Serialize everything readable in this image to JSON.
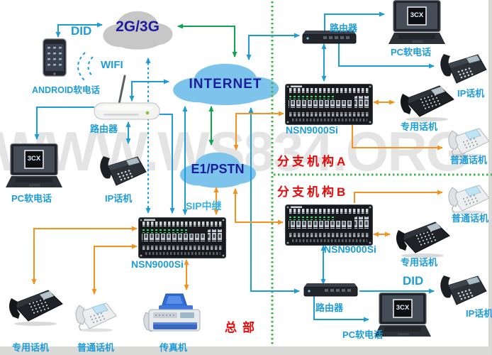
{
  "watermark": "WWW.WS834.ORG",
  "logos": {
    "pc": "3CX"
  },
  "colors": {
    "blue": "#1e9cd7",
    "lightblue": "#35aee0",
    "green": "#0ea54e",
    "orange": "#f5921e",
    "red": "#e60b0b",
    "navy": "#1c1c9c",
    "divider": "#3cb54b",
    "cloud_blue": "#7cc4ec",
    "cloud_grey": "#c7c7c7"
  },
  "clouds": {
    "mobile": "2G/3G",
    "internet": "INTERNET",
    "pstn": "E1/PSTN"
  },
  "hq": {
    "title": "总部",
    "did_label": "DID",
    "wifi_label": "WIFI",
    "android_softphone": "ANDROID软电话",
    "router": "路由器",
    "ip_phone": "IP话机",
    "pc_softphone": "PC软电话",
    "sip_trunk": "SIP中继",
    "pbx": "NSN9000Si",
    "dedicated_phone": "专用话机",
    "ordinary_phone": "普通话机",
    "fax": "传真机"
  },
  "branch_a": {
    "title": "分支机构A",
    "router": "路由器",
    "pc_softphone": "PC软电话",
    "ip_phone": "IP话机",
    "pbx": "NSN9000Si",
    "dedicated_phone": "专用话机",
    "ordinary_phone": "普通话机"
  },
  "branch_b": {
    "title": "分支机构B",
    "ordinary_phone": "普通话机",
    "pbx": "NSN9000Si",
    "dedicated_phone": "专用话机",
    "router": "路由器",
    "did_label": "DID",
    "ip_phone": "IP话机",
    "pc_softphone": "PC软电话"
  }
}
